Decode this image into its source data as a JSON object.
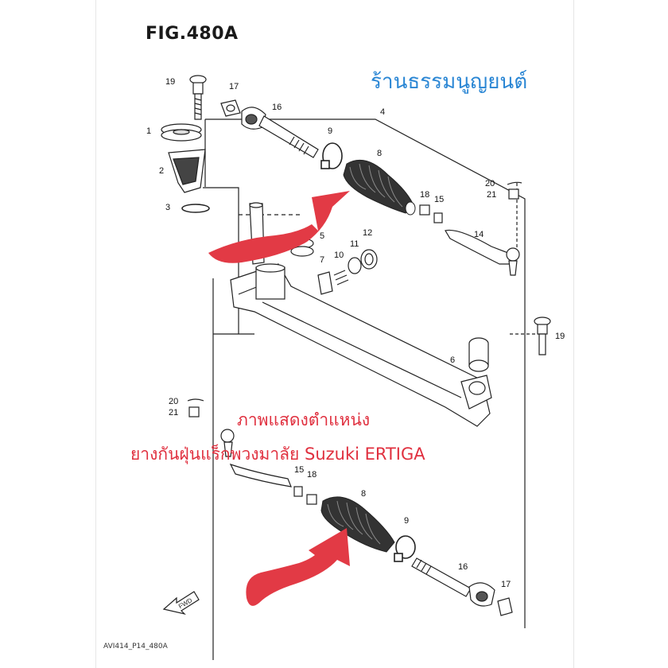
{
  "figure": {
    "title": "FIG.480A",
    "code": "AVI414_P14_480A",
    "fwd_label": "FWD"
  },
  "shop": {
    "name": "ร้านธรรมนูญยนต์"
  },
  "caption": {
    "line1": "ภาพแสดงตำแหน่ง",
    "line2": "ยางกันฝุ่นแร็กพวงมาลัย Suzuki ERTIGA"
  },
  "part_numbers": {
    "p1": "1",
    "p2": "2",
    "p3": "3",
    "p4": "4",
    "p5": "5",
    "p6": "6",
    "p7": "7",
    "p8": "8",
    "p9": "9",
    "p10": "10",
    "p11": "11",
    "p12": "12",
    "p14": "14",
    "p15": "15",
    "p16": "16",
    "p17": "17",
    "p18": "18",
    "p19": "19",
    "p20": "20",
    "p21": "21"
  },
  "colors": {
    "arrow": "#e23a45",
    "shop_text": "#2a86d4",
    "caption_text": "#e0303f",
    "line_art": "#222222"
  }
}
